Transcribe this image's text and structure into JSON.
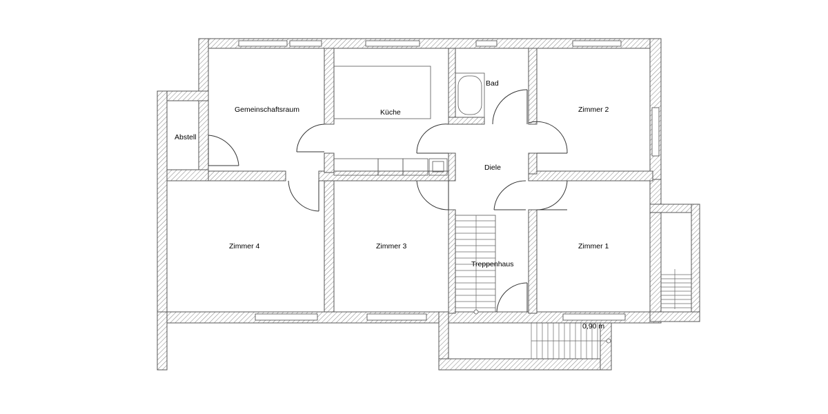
{
  "rooms": {
    "gemeinschaftsraum": "Gemeinschaftsraum",
    "kueche": "Küche",
    "bad": "Bad",
    "zimmer2": "Zimmer 2",
    "abstell": "Abstell",
    "diele": "Diele",
    "zimmer4": "Zimmer 4",
    "zimmer3": "Zimmer 3",
    "treppenhaus": "Treppenhaus",
    "zimmer1": "Zimmer 1"
  },
  "dimension": "0,90 m",
  "colors": {
    "wall_stroke": "#555555",
    "hatch": "#888888",
    "background": "#ffffff"
  }
}
